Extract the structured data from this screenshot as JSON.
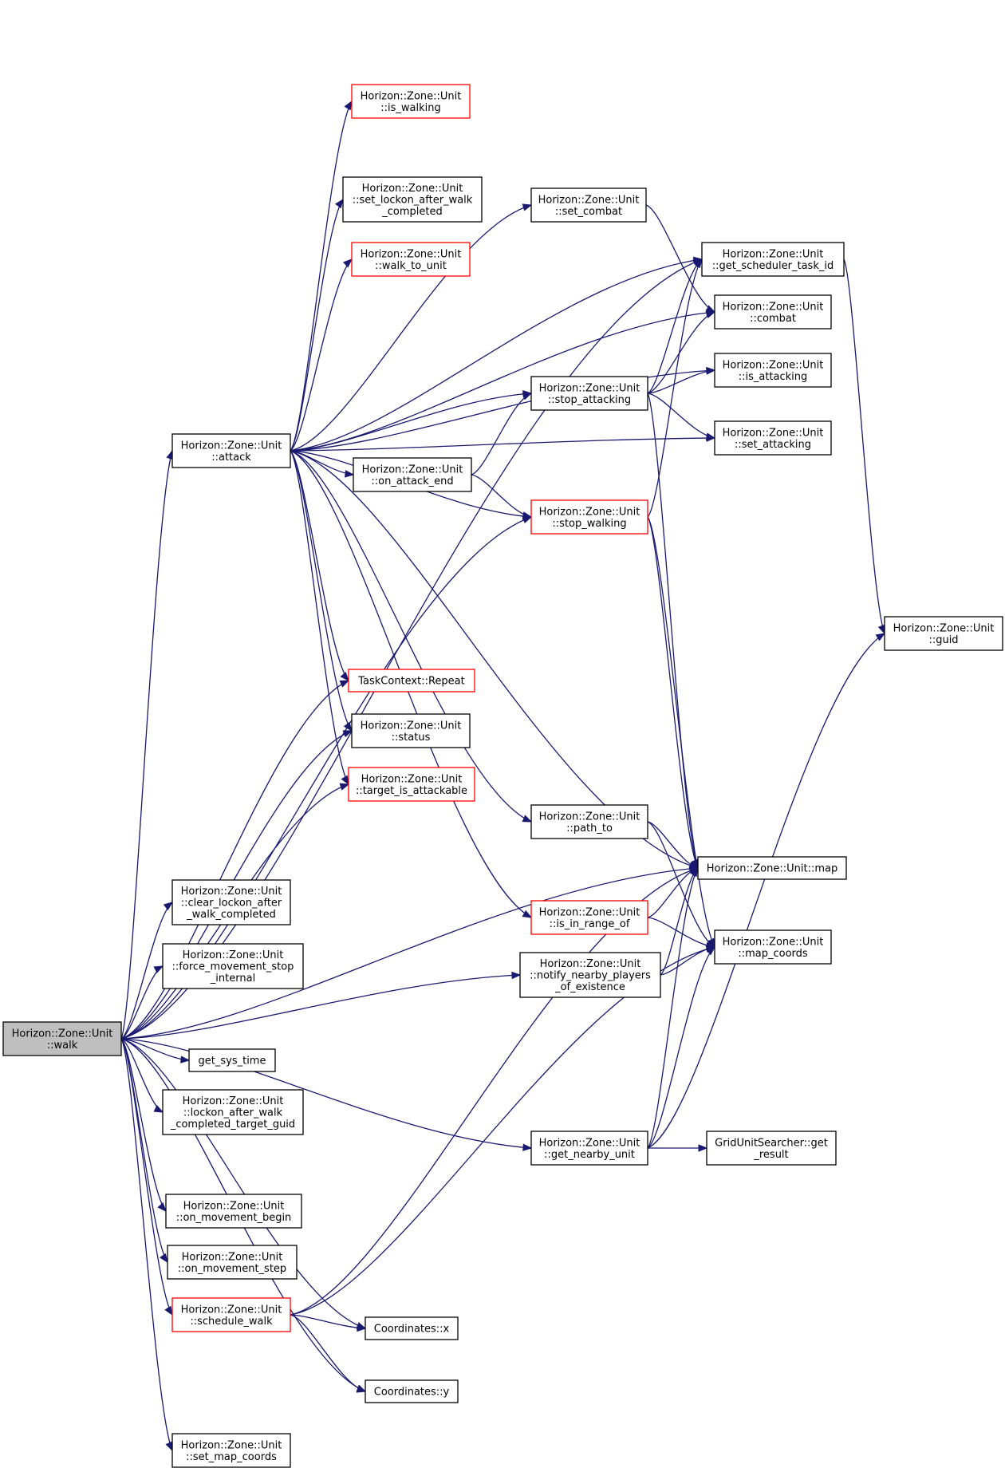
{
  "nodes": [
    {
      "id": "walk",
      "lines": [
        "Horizon::Zone::Unit",
        "::walk"
      ],
      "style": "root"
    },
    {
      "id": "attack",
      "lines": [
        "Horizon::Zone::Unit",
        "::attack"
      ],
      "style": "normal"
    },
    {
      "id": "is_walking",
      "lines": [
        "Horizon::Zone::Unit",
        "::is_walking"
      ],
      "style": "red"
    },
    {
      "id": "set_lockon",
      "lines": [
        "Horizon::Zone::Unit",
        "::set_lockon_after_walk",
        "_completed"
      ],
      "style": "normal"
    },
    {
      "id": "walk_to_unit",
      "lines": [
        "Horizon::Zone::Unit",
        "::walk_to_unit"
      ],
      "style": "red"
    },
    {
      "id": "set_combat",
      "lines": [
        "Horizon::Zone::Unit",
        "::set_combat"
      ],
      "style": "normal"
    },
    {
      "id": "get_sched",
      "lines": [
        "Horizon::Zone::Unit",
        "::get_scheduler_task_id"
      ],
      "style": "normal"
    },
    {
      "id": "combat",
      "lines": [
        "Horizon::Zone::Unit",
        "::combat"
      ],
      "style": "normal"
    },
    {
      "id": "is_attacking",
      "lines": [
        "Horizon::Zone::Unit",
        "::is_attacking"
      ],
      "style": "normal"
    },
    {
      "id": "stop_attacking",
      "lines": [
        "Horizon::Zone::Unit",
        "::stop_attacking"
      ],
      "style": "normal"
    },
    {
      "id": "set_attacking",
      "lines": [
        "Horizon::Zone::Unit",
        "::set_attacking"
      ],
      "style": "normal"
    },
    {
      "id": "on_attack_end",
      "lines": [
        "Horizon::Zone::Unit",
        "::on_attack_end"
      ],
      "style": "normal"
    },
    {
      "id": "stop_walking",
      "lines": [
        "Horizon::Zone::Unit",
        "::stop_walking"
      ],
      "style": "red"
    },
    {
      "id": "guid",
      "lines": [
        "Horizon::Zone::Unit",
        "::guid"
      ],
      "style": "normal"
    },
    {
      "id": "repeat",
      "lines": [
        "TaskContext::Repeat"
      ],
      "style": "red"
    },
    {
      "id": "status",
      "lines": [
        "Horizon::Zone::Unit",
        "::status"
      ],
      "style": "normal"
    },
    {
      "id": "target_att",
      "lines": [
        "Horizon::Zone::Unit",
        "::target_is_attackable"
      ],
      "style": "red"
    },
    {
      "id": "path_to",
      "lines": [
        "Horizon::Zone::Unit",
        "::path_to"
      ],
      "style": "normal"
    },
    {
      "id": "map",
      "lines": [
        "Horizon::Zone::Unit::map"
      ],
      "style": "normal"
    },
    {
      "id": "clear_lockon",
      "lines": [
        "Horizon::Zone::Unit",
        "::clear_lockon_after",
        "_walk_completed"
      ],
      "style": "normal"
    },
    {
      "id": "is_in_range",
      "lines": [
        "Horizon::Zone::Unit",
        "::is_in_range_of"
      ],
      "style": "red"
    },
    {
      "id": "map_coords",
      "lines": [
        "Horizon::Zone::Unit",
        "::map_coords"
      ],
      "style": "normal"
    },
    {
      "id": "force_stop",
      "lines": [
        "Horizon::Zone::Unit",
        "::force_movement_stop",
        "_internal"
      ],
      "style": "normal"
    },
    {
      "id": "notify",
      "lines": [
        "Horizon::Zone::Unit",
        "::notify_nearby_players",
        "_of_existence"
      ],
      "style": "normal"
    },
    {
      "id": "get_sys_time",
      "lines": [
        "get_sys_time"
      ],
      "style": "normal"
    },
    {
      "id": "lockon_guid",
      "lines": [
        "Horizon::Zone::Unit",
        "::lockon_after_walk",
        "_completed_target_guid"
      ],
      "style": "normal"
    },
    {
      "id": "get_nearby",
      "lines": [
        "Horizon::Zone::Unit",
        "::get_nearby_unit"
      ],
      "style": "normal"
    },
    {
      "id": "grid_get",
      "lines": [
        "GridUnitSearcher::get",
        "_result"
      ],
      "style": "normal"
    },
    {
      "id": "on_move_begin",
      "lines": [
        "Horizon::Zone::Unit",
        "::on_movement_begin"
      ],
      "style": "normal"
    },
    {
      "id": "on_move_step",
      "lines": [
        "Horizon::Zone::Unit",
        "::on_movement_step"
      ],
      "style": "normal"
    },
    {
      "id": "schedule_walk",
      "lines": [
        "Horizon::Zone::Unit",
        "::schedule_walk"
      ],
      "style": "red"
    },
    {
      "id": "coord_x",
      "lines": [
        "Coordinates::x"
      ],
      "style": "normal"
    },
    {
      "id": "coord_y",
      "lines": [
        "Coordinates::y"
      ],
      "style": "normal"
    },
    {
      "id": "set_map_coords",
      "lines": [
        "Horizon::Zone::Unit",
        "::set_map_coords"
      ],
      "style": "normal"
    }
  ],
  "edges": [
    [
      "walk",
      "attack"
    ],
    [
      "walk",
      "get_sched"
    ],
    [
      "walk",
      "repeat"
    ],
    [
      "walk",
      "status"
    ],
    [
      "walk",
      "target_att"
    ],
    [
      "walk",
      "stop_walking"
    ],
    [
      "walk",
      "map"
    ],
    [
      "walk",
      "clear_lockon"
    ],
    [
      "walk",
      "force_stop"
    ],
    [
      "walk",
      "notify"
    ],
    [
      "walk",
      "get_sys_time"
    ],
    [
      "walk",
      "lockon_guid"
    ],
    [
      "walk",
      "get_nearby"
    ],
    [
      "walk",
      "on_move_begin"
    ],
    [
      "walk",
      "on_move_step"
    ],
    [
      "walk",
      "schedule_walk"
    ],
    [
      "walk",
      "coord_x"
    ],
    [
      "walk",
      "coord_y"
    ],
    [
      "walk",
      "set_map_coords"
    ],
    [
      "attack",
      "is_walking"
    ],
    [
      "attack",
      "get_sched"
    ],
    [
      "attack",
      "set_combat"
    ],
    [
      "attack",
      "set_lockon"
    ],
    [
      "attack",
      "walk_to_unit"
    ],
    [
      "attack",
      "combat"
    ],
    [
      "attack",
      "is_attacking"
    ],
    [
      "attack",
      "stop_attacking"
    ],
    [
      "attack",
      "set_attacking"
    ],
    [
      "attack",
      "on_attack_end"
    ],
    [
      "attack",
      "stop_walking"
    ],
    [
      "attack",
      "repeat"
    ],
    [
      "attack",
      "status"
    ],
    [
      "attack",
      "target_att"
    ],
    [
      "attack",
      "path_to"
    ],
    [
      "attack",
      "is_in_range"
    ],
    [
      "attack",
      "map"
    ],
    [
      "set_combat",
      "combat"
    ],
    [
      "get_sched",
      "guid"
    ],
    [
      "stop_attacking",
      "get_sched"
    ],
    [
      "stop_attacking",
      "combat"
    ],
    [
      "stop_attacking",
      "is_attacking"
    ],
    [
      "stop_attacking",
      "set_attacking"
    ],
    [
      "stop_attacking",
      "map"
    ],
    [
      "on_attack_end",
      "stop_attacking"
    ],
    [
      "on_attack_end",
      "stop_walking"
    ],
    [
      "stop_walking",
      "get_sched"
    ],
    [
      "stop_walking",
      "map"
    ],
    [
      "stop_walking",
      "map_coords"
    ],
    [
      "path_to",
      "map"
    ],
    [
      "path_to",
      "map_coords"
    ],
    [
      "is_in_range",
      "map"
    ],
    [
      "is_in_range",
      "map_coords"
    ],
    [
      "notify",
      "map"
    ],
    [
      "notify",
      "map_coords"
    ],
    [
      "get_nearby",
      "grid_get"
    ],
    [
      "get_nearby",
      "map"
    ],
    [
      "get_nearby",
      "map_coords"
    ],
    [
      "get_nearby",
      "guid"
    ],
    [
      "schedule_walk",
      "coord_x"
    ],
    [
      "schedule_walk",
      "coord_y"
    ],
    [
      "schedule_walk",
      "map"
    ],
    [
      "schedule_walk",
      "map_coords"
    ]
  ]
}
